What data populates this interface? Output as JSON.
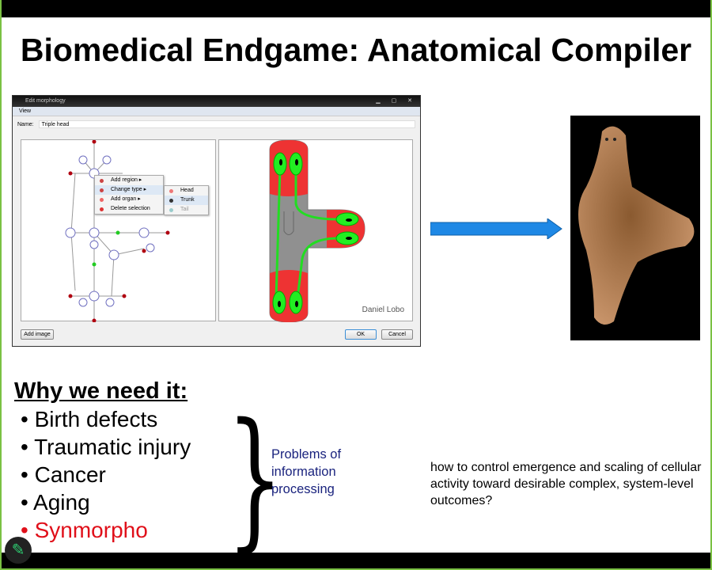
{
  "slide": {
    "title": "Biomedical Endgame: Anatomical Compiler"
  },
  "window": {
    "title": "Edit morphology",
    "menu": "View",
    "name_label": "Name:",
    "name_value": "Triple head",
    "context_menu": [
      "Add region",
      "Change type",
      "Add organ",
      "Delete selection"
    ],
    "submenu": [
      "Head",
      "Trunk",
      "Tail"
    ],
    "add_image": "Add image",
    "ok": "OK",
    "cancel": "Cancel",
    "credit": "Daniel Lobo"
  },
  "why": {
    "heading": "Why we need it:",
    "items": [
      "Birth defects",
      "Traumatic injury",
      "Cancer",
      "Aging",
      "Synmorpho"
    ]
  },
  "brace_note": "Problems of information processing",
  "question": "how to control emergence and scaling of cellular activity toward desirable complex, system-level outcomes?",
  "colors": {
    "accent_red": "#e0101a",
    "note_blue": "#1a237e",
    "arrow_blue": "#1e88e5",
    "frame_green": "#7ac143"
  }
}
